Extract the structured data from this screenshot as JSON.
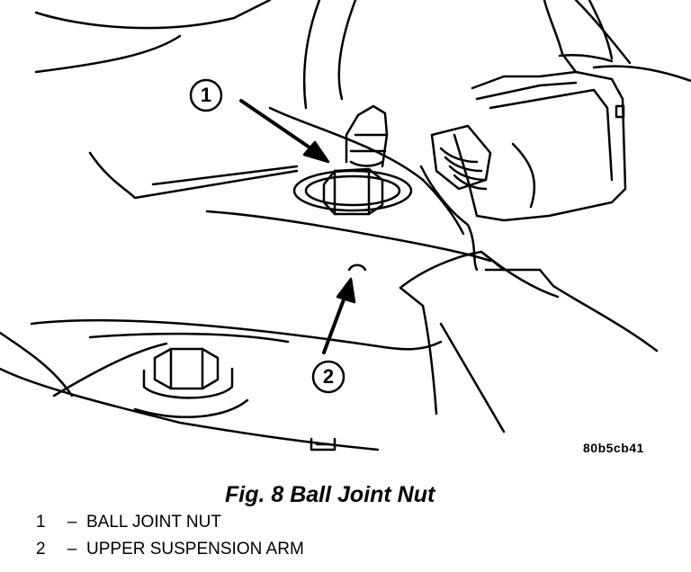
{
  "figure": {
    "code": "80b5cb41",
    "caption": "Fig. 8 Ball Joint Nut",
    "callouts": [
      {
        "number": "1",
        "label": "BALL JOINT NUT"
      },
      {
        "number": "2",
        "label": "UPPER SUSPENSION ARM"
      }
    ],
    "dash": "–"
  }
}
